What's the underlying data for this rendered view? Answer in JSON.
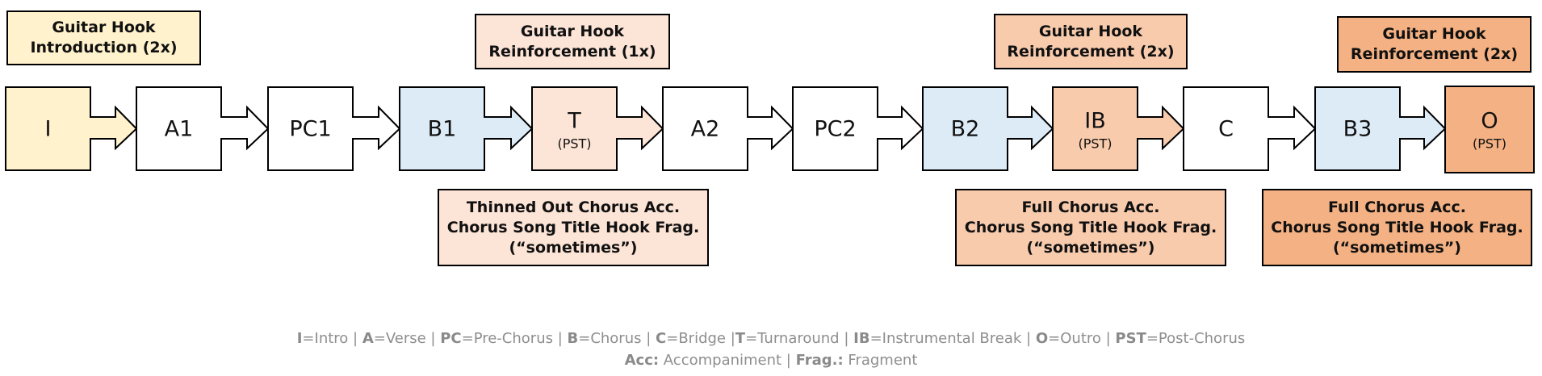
{
  "colors": {
    "intro": "#FFF2CC",
    "plain": "#FFFFFF",
    "chorus": "#DDEBF7",
    "peach_light": "#FCE4D6",
    "peach_mid": "#F8CBAD",
    "peach_strong": "#F4B183",
    "outline": "#000000",
    "legend_text": "#8E8E8E"
  },
  "sections": [
    {
      "id": "I",
      "label": "I",
      "sub": "",
      "color": "intro"
    },
    {
      "id": "A1",
      "label": "A1",
      "sub": "",
      "color": "plain"
    },
    {
      "id": "PC1",
      "label": "PC1",
      "sub": "",
      "color": "plain"
    },
    {
      "id": "B1",
      "label": "B1",
      "sub": "",
      "color": "chorus"
    },
    {
      "id": "T",
      "label": "T",
      "sub": "(PST)",
      "color": "peach_light"
    },
    {
      "id": "A2",
      "label": "A2",
      "sub": "",
      "color": "plain"
    },
    {
      "id": "PC2",
      "label": "PC2",
      "sub": "",
      "color": "plain"
    },
    {
      "id": "B2",
      "label": "B2",
      "sub": "",
      "color": "chorus"
    },
    {
      "id": "IB",
      "label": "IB",
      "sub": "(PST)",
      "color": "peach_mid"
    },
    {
      "id": "C",
      "label": "C",
      "sub": "",
      "color": "plain"
    },
    {
      "id": "B3",
      "label": "B3",
      "sub": "",
      "color": "chorus"
    },
    {
      "id": "O",
      "label": "O",
      "sub": "(PST)",
      "color": "peach_strong"
    }
  ],
  "top_notes": [
    {
      "lines": [
        "Guitar Hook",
        "Introduction (2x)"
      ],
      "color": "intro",
      "attached_to": "I"
    },
    {
      "lines": [
        "Guitar Hook",
        "Reinforcement (1x)"
      ],
      "color": "peach_light",
      "attached_to": "T"
    },
    {
      "lines": [
        "Guitar Hook",
        "Reinforcement (2x)"
      ],
      "color": "peach_mid",
      "attached_to": "IB"
    },
    {
      "lines": [
        "Guitar Hook",
        "Reinforcement (2x)"
      ],
      "color": "peach_strong",
      "attached_to": "O"
    }
  ],
  "bottom_notes": [
    {
      "lines": [
        "Thinned Out Chorus Acc.",
        "Chorus Song Title Hook Frag.",
        "(“sometimes”)"
      ],
      "color": "peach_light",
      "attached_to": "T"
    },
    {
      "lines": [
        "Full Chorus Acc.",
        "Chorus Song Title Hook Frag.",
        "(“sometimes”)"
      ],
      "color": "peach_mid",
      "attached_to": "IB"
    },
    {
      "lines": [
        "Full Chorus Acc.",
        "Chorus Song Title Hook Frag.",
        "(“sometimes”)"
      ],
      "color": "peach_strong",
      "attached_to": "O"
    }
  ],
  "legend": {
    "line1": [
      {
        "key": "I",
        "sep": "=",
        "value": "Intro"
      },
      {
        "key": "A",
        "sep": "=",
        "value": "Verse"
      },
      {
        "key": "PC",
        "sep": "=",
        "value": "Pre-Chorus"
      },
      {
        "key": "B",
        "sep": "=",
        "value": "Chorus"
      },
      {
        "key": "C",
        "sep": "=",
        "value": "Bridge"
      },
      {
        "key": "T",
        "sep": "=",
        "value": "Turnaround"
      },
      {
        "key": "IB",
        "sep": "=",
        "value": "Instrumental Break"
      },
      {
        "key": "O",
        "sep": "=",
        "value": "Outro"
      },
      {
        "key": "PST",
        "sep": "=",
        "value": "Post-Chorus"
      }
    ],
    "line2": [
      {
        "key": "Acc:",
        "sep": " ",
        "value": "Accompaniment"
      },
      {
        "key": "Frag.:",
        "sep": " ",
        "value": "Fragment"
      }
    ]
  }
}
